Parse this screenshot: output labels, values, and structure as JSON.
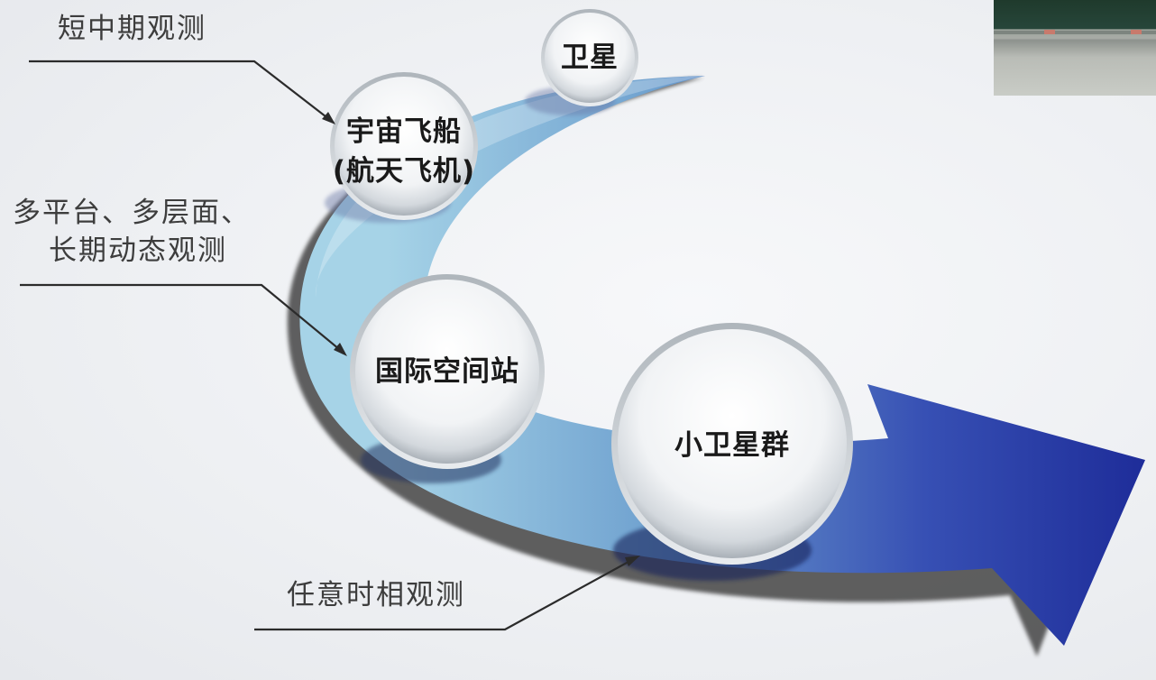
{
  "labels": {
    "short_mid_term": "短中期观测",
    "multi_platform_line1": "多平台、多层面、",
    "multi_platform_line2": "长期动态观测",
    "any_phase": "任意时相观测"
  },
  "bubbles": {
    "satellite": "卫星",
    "spaceship_line1": "宇宙飞船",
    "spaceship_line2": "(航天飞机)",
    "space_station": "国际空间站",
    "small_sat_constellation": "小卫星群"
  },
  "colors": {
    "arrow_light": "#9ccde4",
    "arrow_dark": "#1f2f9c",
    "shadow": "#3c3c3c",
    "bubble": "#f2f4f6"
  }
}
